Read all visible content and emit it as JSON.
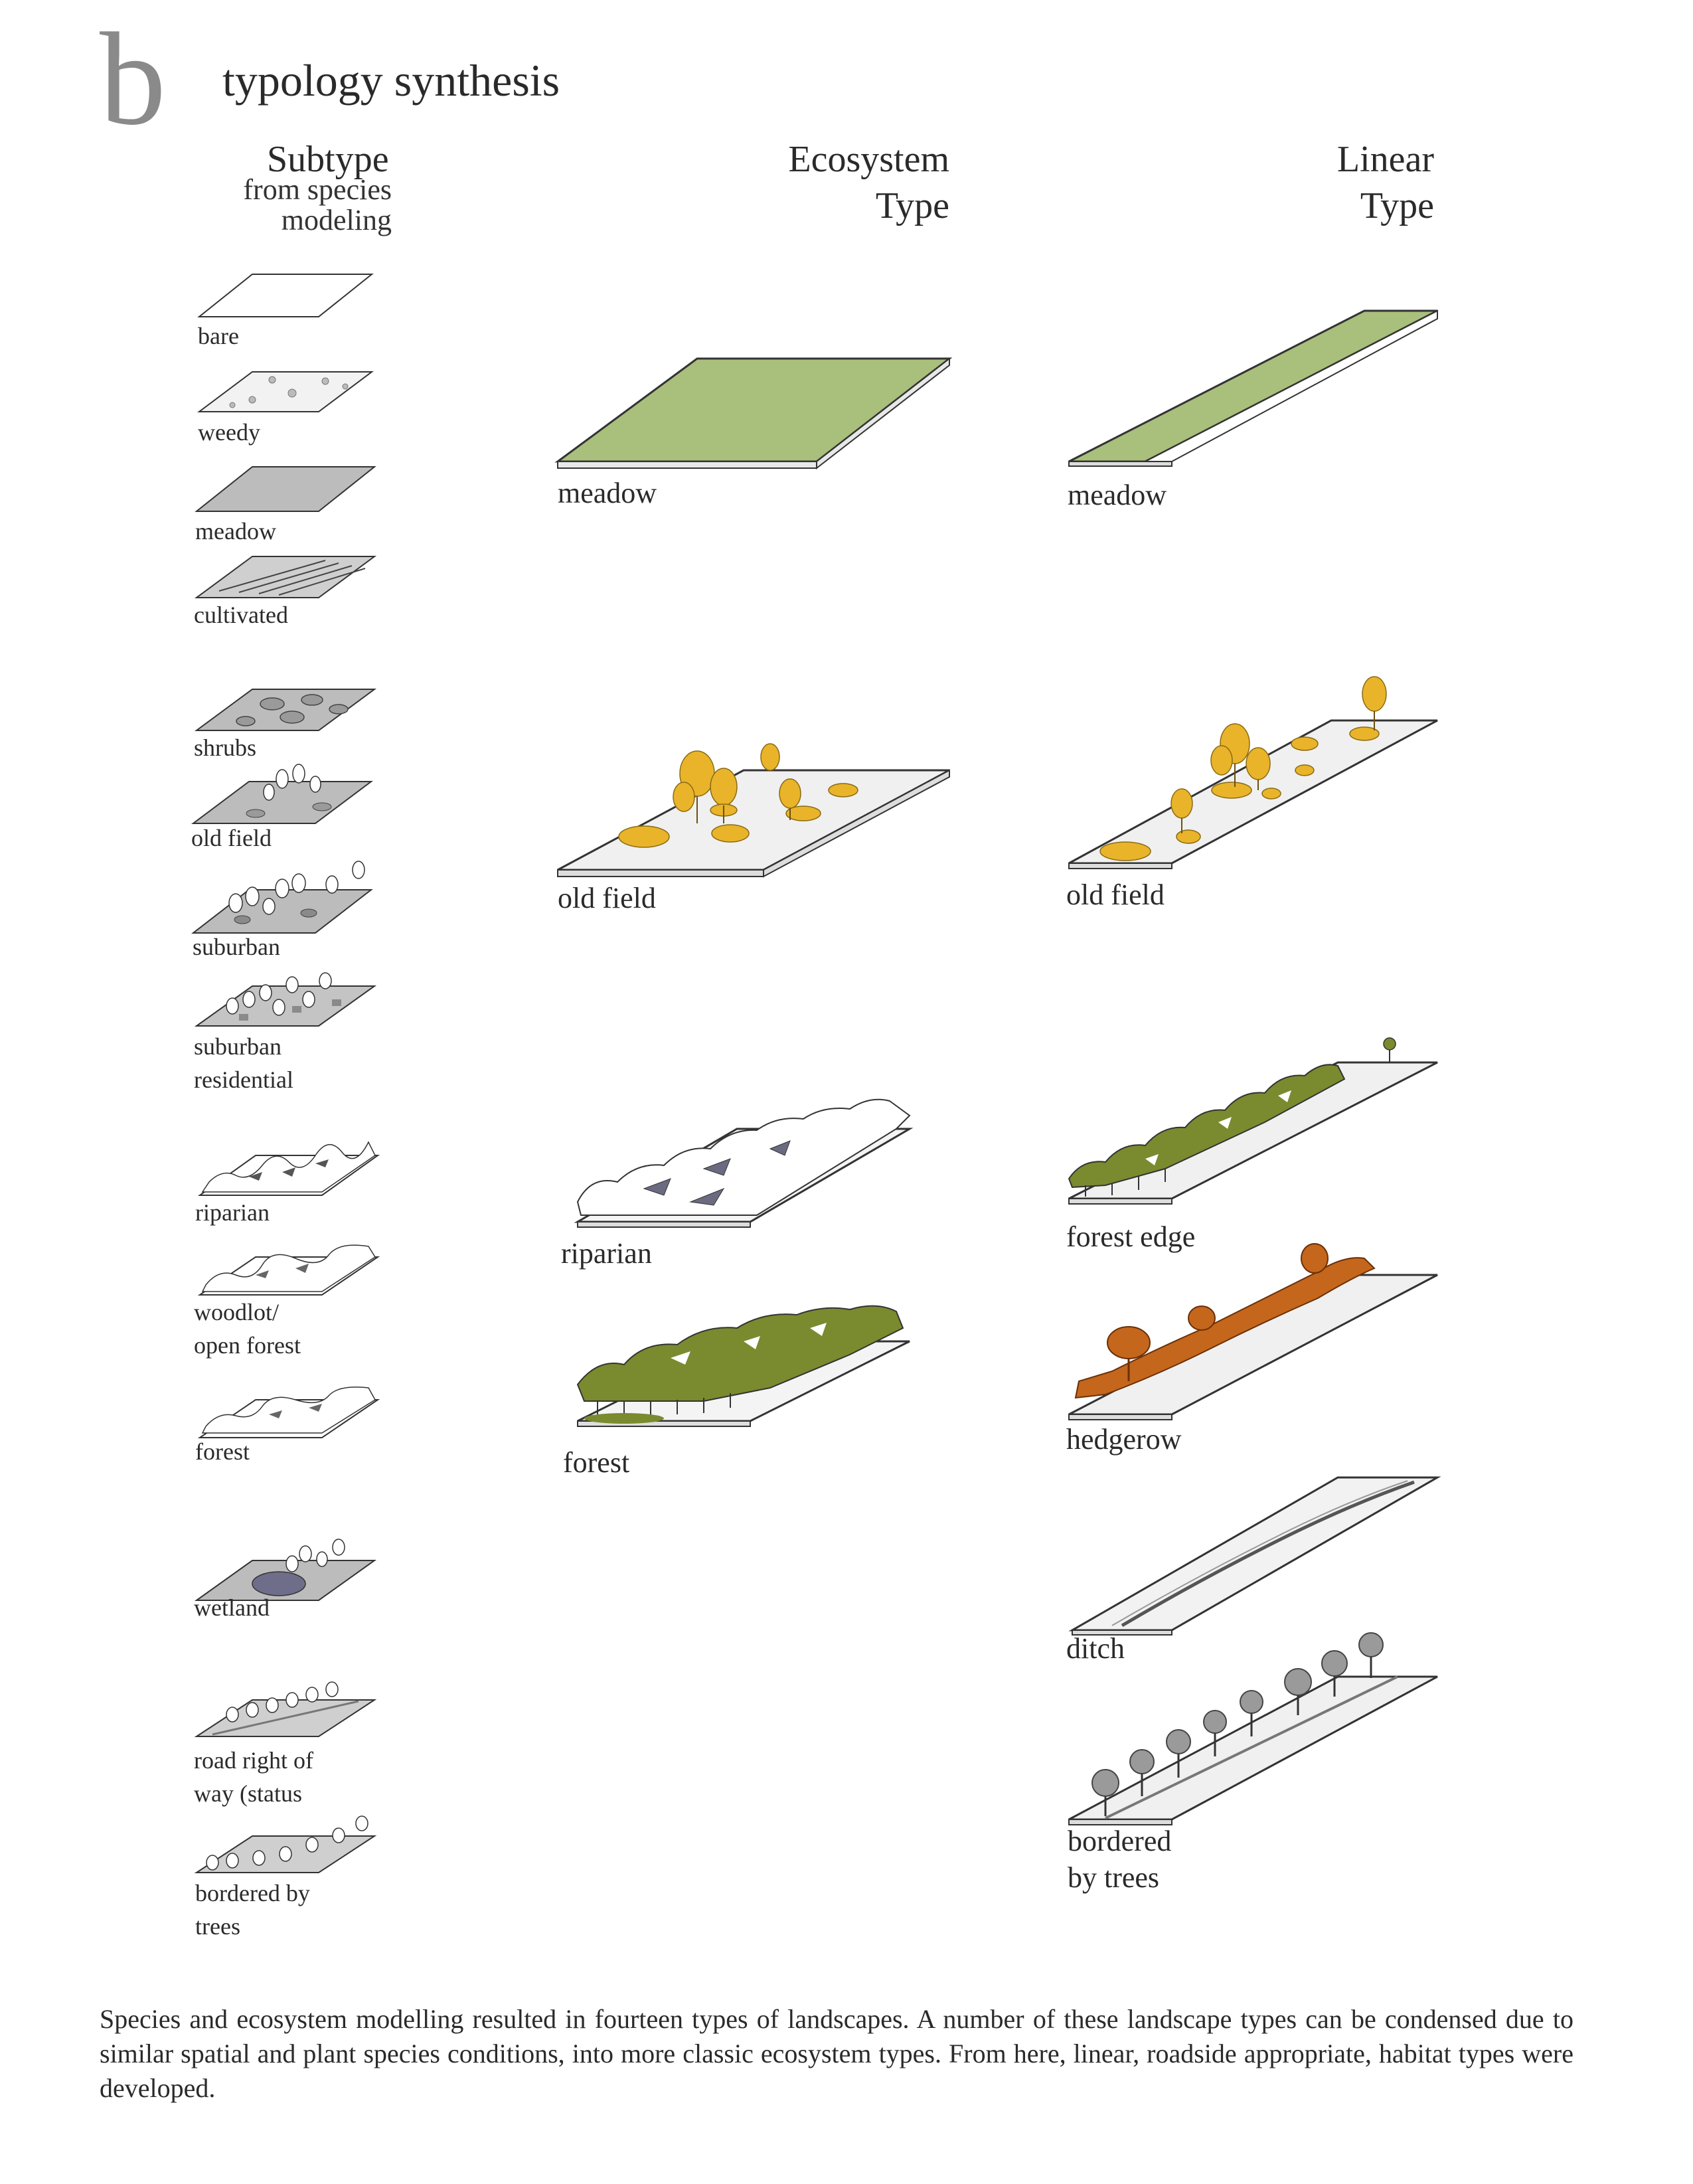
{
  "header": {
    "letter": "b",
    "title": "typology synthesis"
  },
  "columns": {
    "subtype": {
      "title": "Subtype",
      "subtitle_line1": "from species",
      "subtitle_line2": "modeling"
    },
    "ecosystem": {
      "title_line1": "Ecosystem",
      "title_line2": "Type"
    },
    "linear": {
      "title_line1": "Linear",
      "title_line2": "Type"
    }
  },
  "subtypes": [
    "bare",
    "weedy",
    "meadow",
    "cultivated",
    "shrubs",
    "old field",
    "suburban",
    "suburban residential",
    "riparian",
    "woodlot/ open forest",
    "forest",
    "wetland",
    "road right of way (status",
    "bordered by trees"
  ],
  "subtype_labels": {
    "bare": "bare",
    "weedy": "weedy",
    "meadow": "meadow",
    "cultivated": "cultivated",
    "shrubs": "shrubs",
    "old_field": "old field",
    "suburban": "suburban",
    "suburban_residential_1": "suburban",
    "suburban_residential_2": "residential",
    "riparian": "riparian",
    "woodlot_1": "woodlot/",
    "woodlot_2": "open forest",
    "forest": "forest",
    "wetland": "wetland",
    "road_1": "road right of",
    "road_2": "way (status",
    "bordered_1": "bordered by",
    "bordered_2": "trees"
  },
  "ecosystem_labels": {
    "meadow": "meadow",
    "old_field": "old field",
    "riparian": "riparian",
    "forest": "forest"
  },
  "linear_labels": {
    "meadow": "meadow",
    "old_field": "old field",
    "forest_edge": "forest edge",
    "hedgerow": "hedgerow",
    "ditch": "ditch",
    "bordered_1": "bordered",
    "bordered_2": "by trees"
  },
  "caption": "Species and ecosystem modelling resulted in fourteen types of landscapes.  A number of these landscape types can be condensed due to similar spatial and plant species conditions, into more classic ecosystem types.  From here, linear, roadside appropriate, habitat types were developed.",
  "colors": {
    "meadow_green": "#a9bf7c",
    "old_field_yellow": "#e9b42a",
    "forest_olive": "#7a8a2e",
    "hedgerow_orange": "#c4661c",
    "bordered_gray": "#9a9a9a",
    "subtype_gray": "#bcbcbc",
    "letter_gray": "#8a8a8a"
  }
}
